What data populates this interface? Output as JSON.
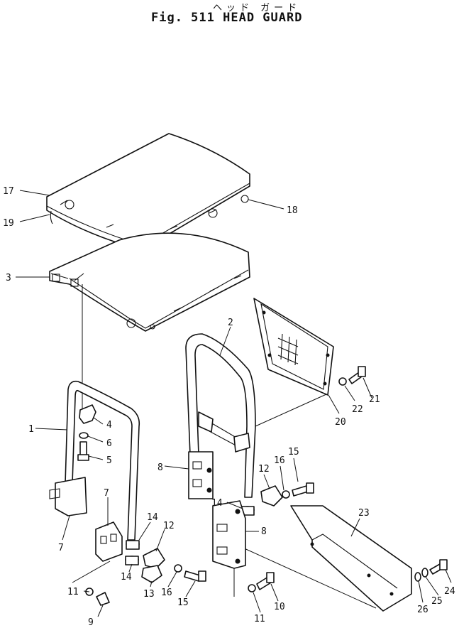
{
  "header": {
    "subtitle_jp": "ヘッド ガード",
    "title": "Fig. 511 HEAD GUARD"
  },
  "callouts": [
    {
      "id": "c1",
      "label": "1"
    },
    {
      "id": "c2",
      "label": "2"
    },
    {
      "id": "c3",
      "label": "3"
    },
    {
      "id": "c4",
      "label": "4"
    },
    {
      "id": "c5",
      "label": "5"
    },
    {
      "id": "c6",
      "label": "6"
    },
    {
      "id": "c7a",
      "label": "7"
    },
    {
      "id": "c7b",
      "label": "7"
    },
    {
      "id": "c8a",
      "label": "8"
    },
    {
      "id": "c8b",
      "label": "8"
    },
    {
      "id": "c9",
      "label": "9"
    },
    {
      "id": "c10",
      "label": "10"
    },
    {
      "id": "c11a",
      "label": "11"
    },
    {
      "id": "c11b",
      "label": "11"
    },
    {
      "id": "c12a",
      "label": "12"
    },
    {
      "id": "c12b",
      "label": "12"
    },
    {
      "id": "c13",
      "label": "13"
    },
    {
      "id": "c14a",
      "label": "14"
    },
    {
      "id": "c14b",
      "label": "14"
    },
    {
      "id": "c14c",
      "label": "14"
    },
    {
      "id": "c15a",
      "label": "15"
    },
    {
      "id": "c15b",
      "label": "15"
    },
    {
      "id": "c16a",
      "label": "16"
    },
    {
      "id": "c16b",
      "label": "16"
    },
    {
      "id": "c17",
      "label": "17"
    },
    {
      "id": "c18",
      "label": "18"
    },
    {
      "id": "c19",
      "label": "19"
    },
    {
      "id": "c20",
      "label": "20"
    },
    {
      "id": "c21",
      "label": "21"
    },
    {
      "id": "c22",
      "label": "22"
    },
    {
      "id": "c23",
      "label": "23"
    },
    {
      "id": "c24",
      "label": "24"
    },
    {
      "id": "c25",
      "label": "25"
    },
    {
      "id": "c26",
      "label": "26"
    }
  ]
}
